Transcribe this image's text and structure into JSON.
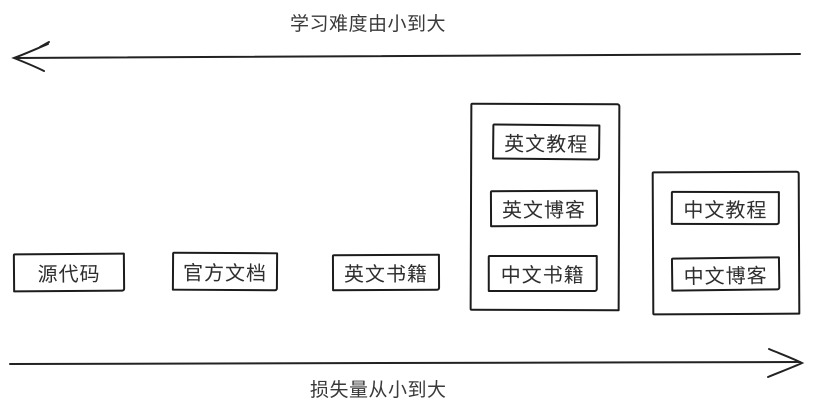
{
  "diagram": {
    "top_axis": {
      "label": "学习难度由小到大",
      "direction": "left"
    },
    "bottom_axis": {
      "label": "损失量从小到大",
      "direction": "right"
    },
    "boxes": {
      "source_code": "源代码",
      "official_docs": "官方文档",
      "english_books": "英文书籍",
      "english_tutorials": "英文教程",
      "english_blogs": "英文博客",
      "chinese_books": "中文书籍",
      "chinese_tutorials": "中文教程",
      "chinese_blogs": "中文博客"
    },
    "groups": [
      {
        "name": "group-left",
        "members": [
          "英文教程",
          "英文博客",
          "中文书籍"
        ]
      },
      {
        "name": "group-right",
        "members": [
          "中文教程",
          "中文博客"
        ]
      }
    ],
    "colors": {
      "stroke": "#1c1c1c",
      "text": "#2e2e2e",
      "background": "#ffffff"
    }
  }
}
